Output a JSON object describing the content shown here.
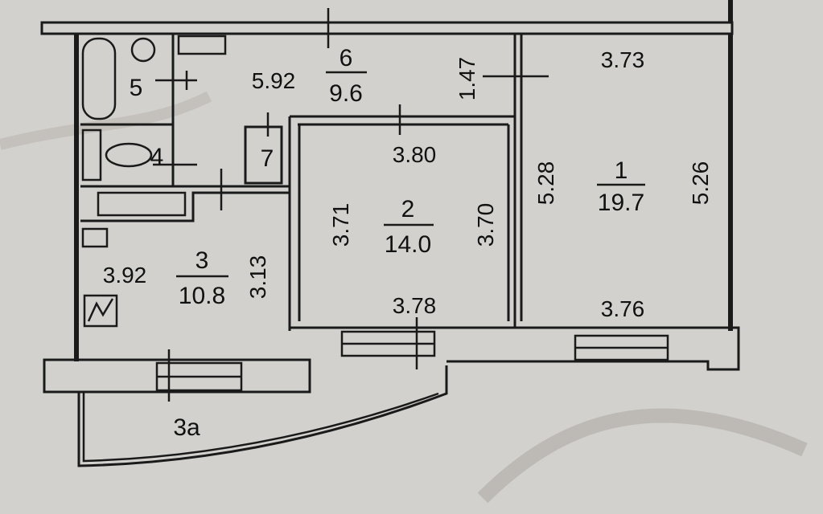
{
  "rooms": [
    {
      "id": "1",
      "area": "19.7",
      "dims": [
        "3.73",
        "3.76",
        "5.28",
        "5.26"
      ]
    },
    {
      "id": "2",
      "area": "14.0",
      "dims": [
        "3.80",
        "3.78",
        "3.71",
        "3.70"
      ]
    },
    {
      "id": "3",
      "area": "10.8",
      "dims": [
        "3.92",
        "3.13"
      ]
    },
    {
      "id": "4"
    },
    {
      "id": "5"
    },
    {
      "id": "6",
      "area": "9.6",
      "dims": [
        "5.92",
        "1.47"
      ]
    },
    {
      "id": "7"
    },
    {
      "id": "3a"
    }
  ],
  "colors": {
    "background": "#d3d1cd",
    "line": "#1a1a1a"
  }
}
